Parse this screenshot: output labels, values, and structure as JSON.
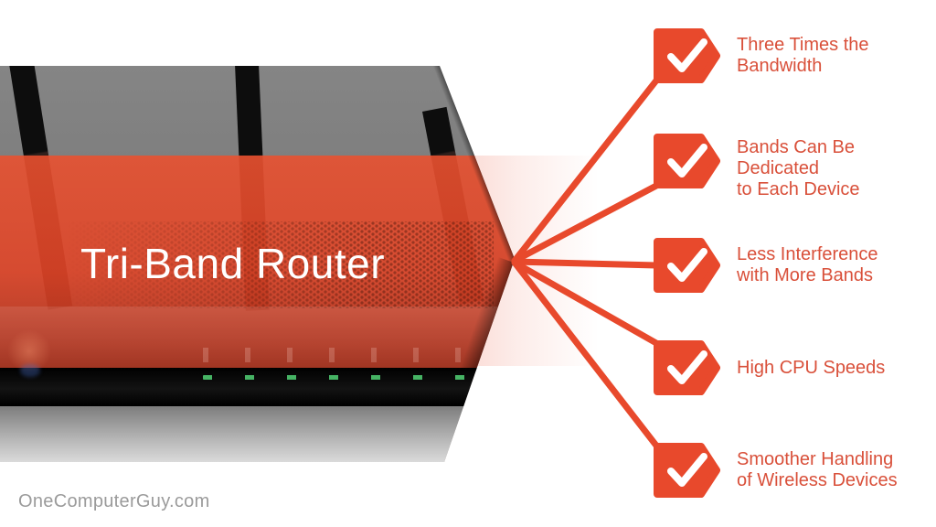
{
  "page": {
    "watermark": "OneComputerGuy.com"
  },
  "hero": {
    "title": "Tri-Band Router"
  },
  "features": {
    "items": [
      {
        "label": "Three Times the\nBandwidth"
      },
      {
        "label": "Bands Can Be Dedicated\nto Each Device"
      },
      {
        "label": "Less Interference\nwith More Bands"
      },
      {
        "label": "High CPU Speeds"
      },
      {
        "label": "Smoother Handling\nof Wireless Devices"
      }
    ]
  },
  "colors": {
    "accent": "#e8492c",
    "feature_text": "#d9503a",
    "band_overlay": "#dd4b2d",
    "router_gray": "#7f7f7f",
    "led": "#46b364",
    "watermark": "#9b9b9b"
  }
}
